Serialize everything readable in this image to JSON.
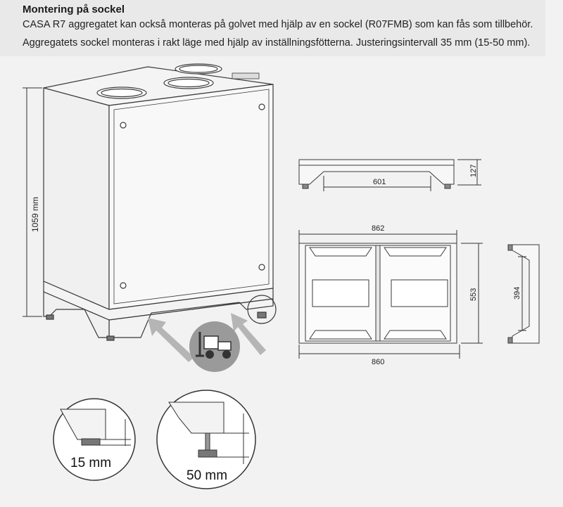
{
  "header": {
    "title": "Montering på sockel",
    "line1": "CASA R7 aggregatet kan också monteras på golvet med hjälp av en sockel (R07FMB) som kan fås som tillbehör.",
    "line2": "Aggregatets sockel monteras i rakt läge med hjälp av inställningsfötterna. Justeringsintervall 35 mm (15-50 mm)."
  },
  "dimensions": {
    "unit_height": "1059 mm",
    "plinth_inner_width": "601",
    "plinth_height": "127",
    "top_width": "862",
    "depth": "553",
    "bottom_width": "860",
    "side_depth": "394",
    "foot_min": "15 mm",
    "foot_max": "50 mm"
  },
  "colors": {
    "line": "#3a3a3a",
    "panel": "#f7f7f7",
    "arrow": "#b5b5b5",
    "badge": "#9a9a9a"
  }
}
